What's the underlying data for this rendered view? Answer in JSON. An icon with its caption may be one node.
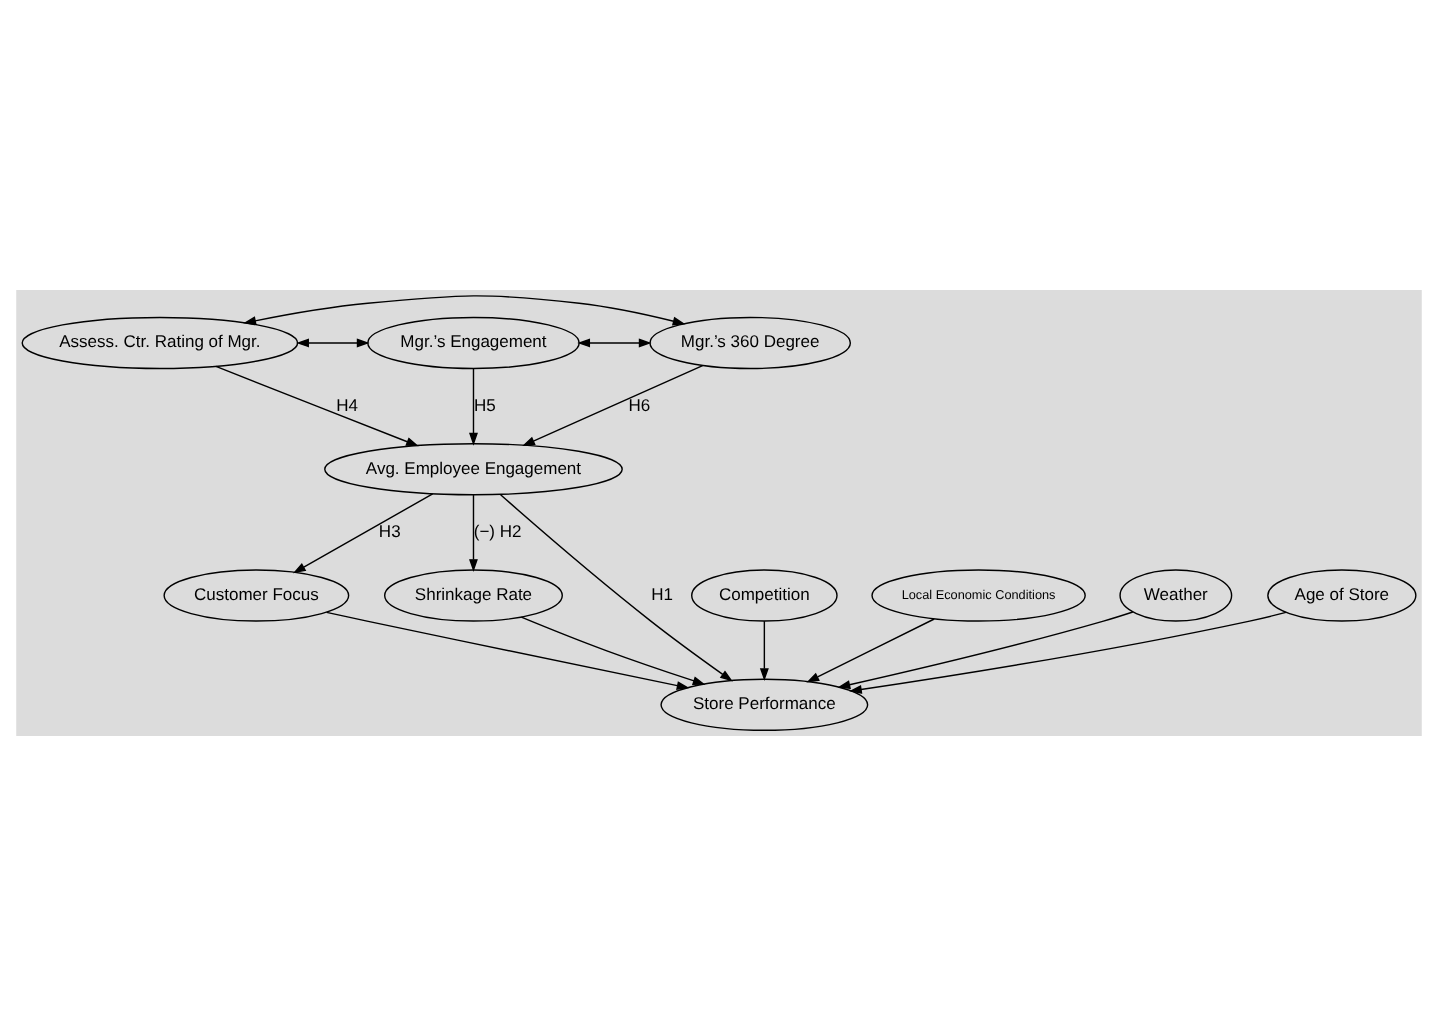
{
  "diagram": {
    "nodes": [
      {
        "text": [
          "Assess. Ctr. Rating of Mgr."
        ]
      },
      {
        "text": [
          "Mgr.’s Engagement"
        ]
      },
      {
        "text": [
          "Mgr.’s 360 Degree"
        ]
      },
      {
        "text": [
          "Avg. Employee Engagement"
        ]
      },
      {
        "text": [
          "Customer Focus"
        ]
      },
      {
        "text": [
          "Shrinkage Rate"
        ]
      },
      {
        "text": [
          "Competition"
        ]
      },
      {
        "text": [
          "Local Economic Conditions"
        ]
      },
      {
        "text": [
          "Store Performance"
        ]
      },
      {
        "text": [
          "Weather"
        ]
      },
      {
        "text": [
          "Age of Store"
        ]
      }
    ],
    "edges": [
      {
        "from": 0,
        "to": 2,
        "arrow": "both"
      },
      {
        "from": 0,
        "to": 1,
        "arrow": "both"
      },
      {
        "from": 1,
        "to": 2,
        "arrow": "both"
      },
      {
        "from": 0,
        "to": 3,
        "arrow": "to",
        "label": "H4"
      },
      {
        "from": 1,
        "to": 3,
        "arrow": "to",
        "label": "H5"
      },
      {
        "from": 2,
        "to": 3,
        "arrow": "to",
        "label": "H6"
      },
      {
        "from": 3,
        "to": 4,
        "arrow": "to",
        "label": "H3"
      },
      {
        "from": 3,
        "to": 8,
        "arrow": "to",
        "label": "H1"
      },
      {
        "from": 3,
        "to": 5,
        "arrow": "to",
        "label": "(−) H2"
      },
      {
        "from": 4,
        "to": 8,
        "arrow": "to"
      },
      {
        "from": 5,
        "to": 8,
        "arrow": "to"
      },
      {
        "from": 6,
        "to": 8,
        "arrow": "to"
      },
      {
        "from": 7,
        "to": 8,
        "arrow": "to"
      },
      {
        "from": 9,
        "to": 8,
        "arrow": "to"
      },
      {
        "from": 10,
        "to": 8,
        "arrow": "to"
      }
    ]
  }
}
